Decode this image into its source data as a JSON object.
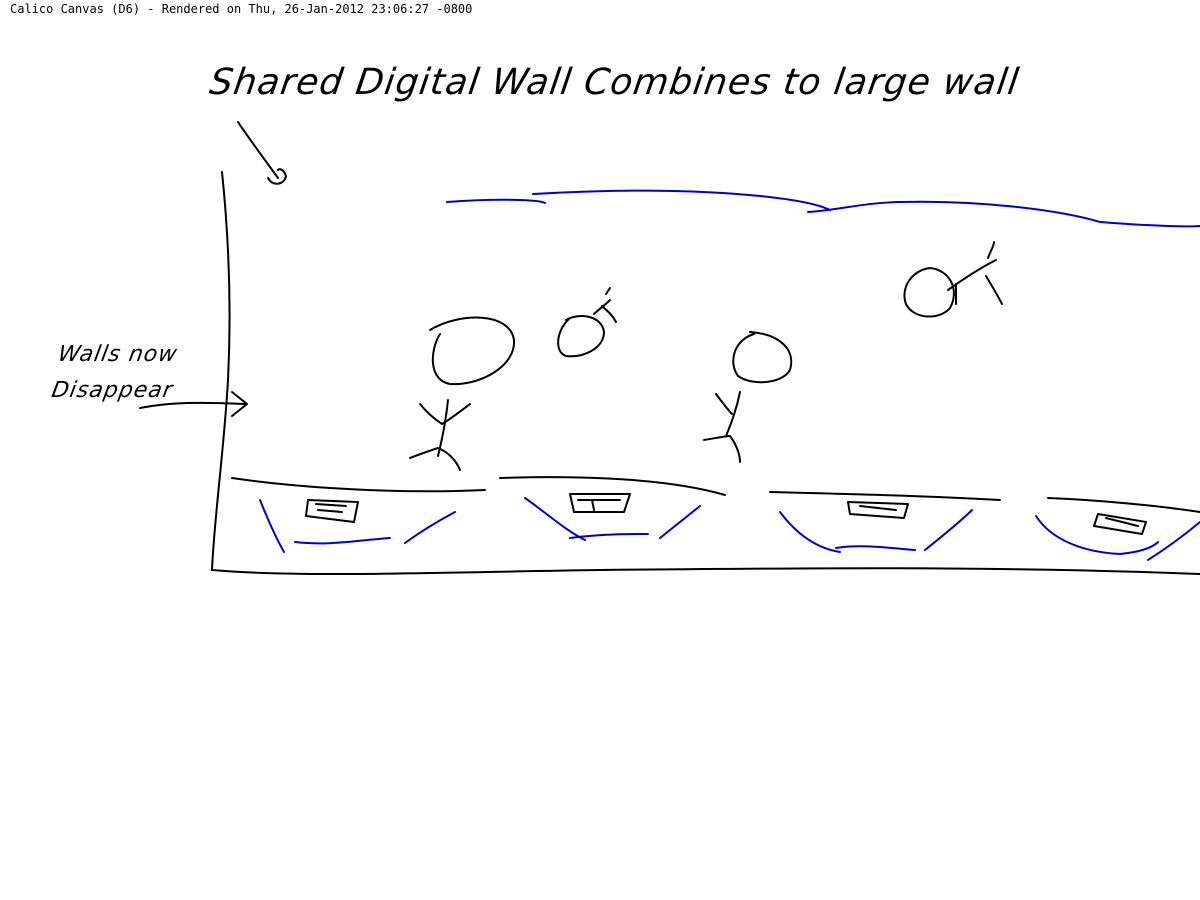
{
  "header": {
    "text": "Calico Canvas (D6) - Rendered on Thu, 26-Jan-2012 23:06:27 -0800"
  },
  "annotations": {
    "title": "Shared Digital Wall Combines to large wall",
    "side_note": "Walls now Disappear"
  },
  "colors": {
    "ink": "#000000",
    "accent_ink": "#0000cc",
    "background": "#ffffff"
  }
}
